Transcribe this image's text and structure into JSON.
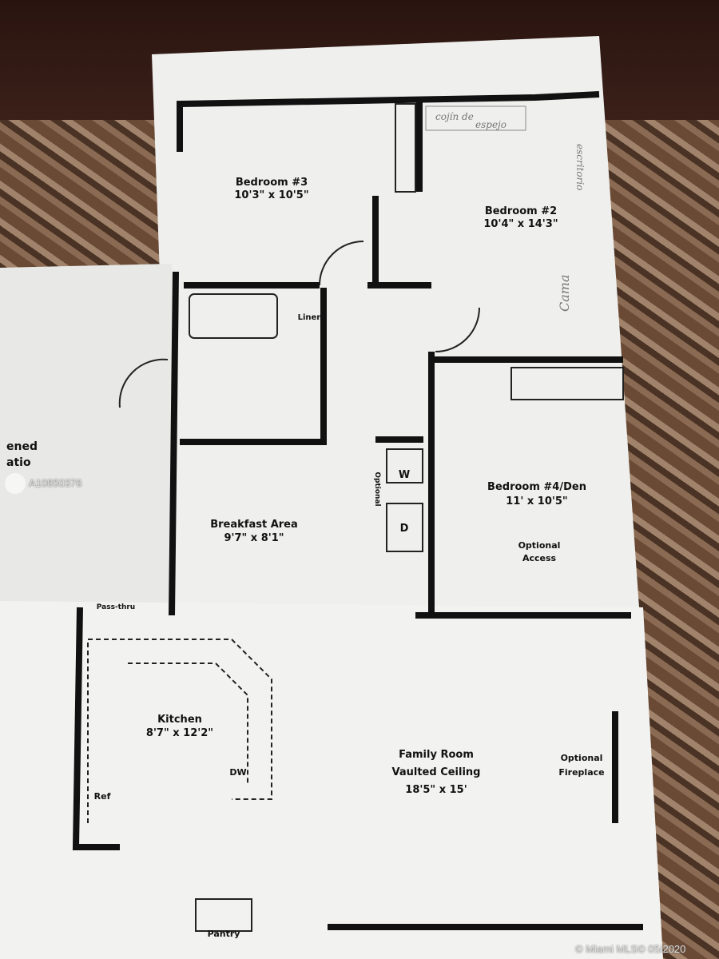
{
  "rooms": {
    "bedroom3": {
      "name": "Bedroom #3",
      "size": "10'3\" x 10'5\""
    },
    "bedroom2": {
      "name": "Bedroom #2",
      "size": "10'4\" x 14'3\""
    },
    "linen": "Linen",
    "breakfast": {
      "name": "Breakfast Area",
      "size": "9'7\" x 8'1\""
    },
    "washer": "W",
    "dryer": "D",
    "optional": "Optional",
    "bedroom4": {
      "name": "Bedroom #4/Den",
      "size": "11' x 10'5\""
    },
    "optional_access": [
      "Optional",
      "Access"
    ],
    "kitchen": {
      "name": "Kitchen",
      "size": "8'7\" x 12'2\""
    },
    "dw": "DW",
    "ref": "Ref",
    "pass_thru": "Pass-thru",
    "family": {
      "name": "Family Room",
      "sub": "Vaulted Ceiling",
      "size": "18'5\" x 15'"
    },
    "fireplace": [
      "Optional",
      "Fireplace"
    ],
    "pantry": "Pantry",
    "patio_partial": [
      "ened",
      "atio"
    ]
  },
  "handwritten": {
    "top": [
      "cojín de",
      "espejo"
    ],
    "desk": "escritorio",
    "bed": "Cama"
  },
  "watermark": {
    "id": "A10850376",
    "copyright": "© Miami MLS© 05/2020"
  }
}
